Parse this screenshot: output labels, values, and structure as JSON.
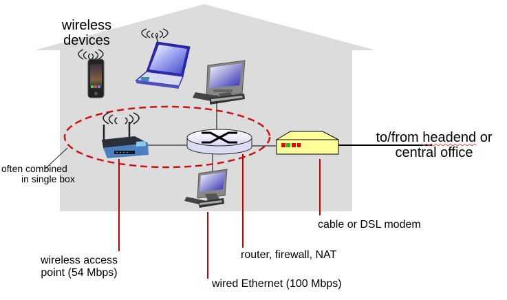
{
  "diagram": {
    "title": "Home network",
    "colors": {
      "house_fill": "#dcdcdc",
      "callout_line": "#c00000",
      "ellipse_dash": "#cc1111",
      "modem_fill": "#ffff99",
      "modem_led_red": "#ee0000",
      "modem_led_green": "#22bb22",
      "router_fill": "#eeeeff",
      "screen_blue": "#2a2ab0"
    },
    "labels": {
      "wireless_devices_line1": "wireless",
      "wireless_devices_line2": "devices",
      "combined_line1": "often combined",
      "combined_line2": "in single box",
      "headend_line1_a": "to/from ",
      "headend_line1_b": "headend",
      "headend_line1_c": " or",
      "headend_line2": "central office",
      "modem": "cable or DSL modem",
      "router": "router, firewall, NAT",
      "wap_line1": "wireless access",
      "wap_line2": "point (54 Mbps)",
      "ethernet": "wired Ethernet (100 Mbps)"
    },
    "nodes": [
      {
        "id": "smartphone",
        "type": "wireless-device",
        "icon": "smartphone-icon"
      },
      {
        "id": "laptop",
        "type": "wireless-device",
        "icon": "laptop-icon"
      },
      {
        "id": "desktop-top",
        "type": "wired-host",
        "icon": "desktop-computer-icon"
      },
      {
        "id": "desktop-bottom",
        "type": "wired-host",
        "icon": "desktop-computer-icon"
      },
      {
        "id": "access-point",
        "type": "wireless-access-point",
        "icon": "wireless-router-icon"
      },
      {
        "id": "router",
        "type": "router",
        "icon": "router-icon"
      },
      {
        "id": "modem",
        "type": "cable-dsl-modem",
        "icon": "modem-icon"
      }
    ],
    "links": [
      {
        "from": "access-point",
        "to": "router",
        "kind": "wired"
      },
      {
        "from": "desktop-top",
        "to": "router",
        "kind": "wired"
      },
      {
        "from": "desktop-bottom",
        "to": "router",
        "kind": "wired"
      },
      {
        "from": "router",
        "to": "modem",
        "kind": "wired"
      },
      {
        "from": "modem",
        "to": "headend",
        "kind": "external"
      }
    ]
  }
}
